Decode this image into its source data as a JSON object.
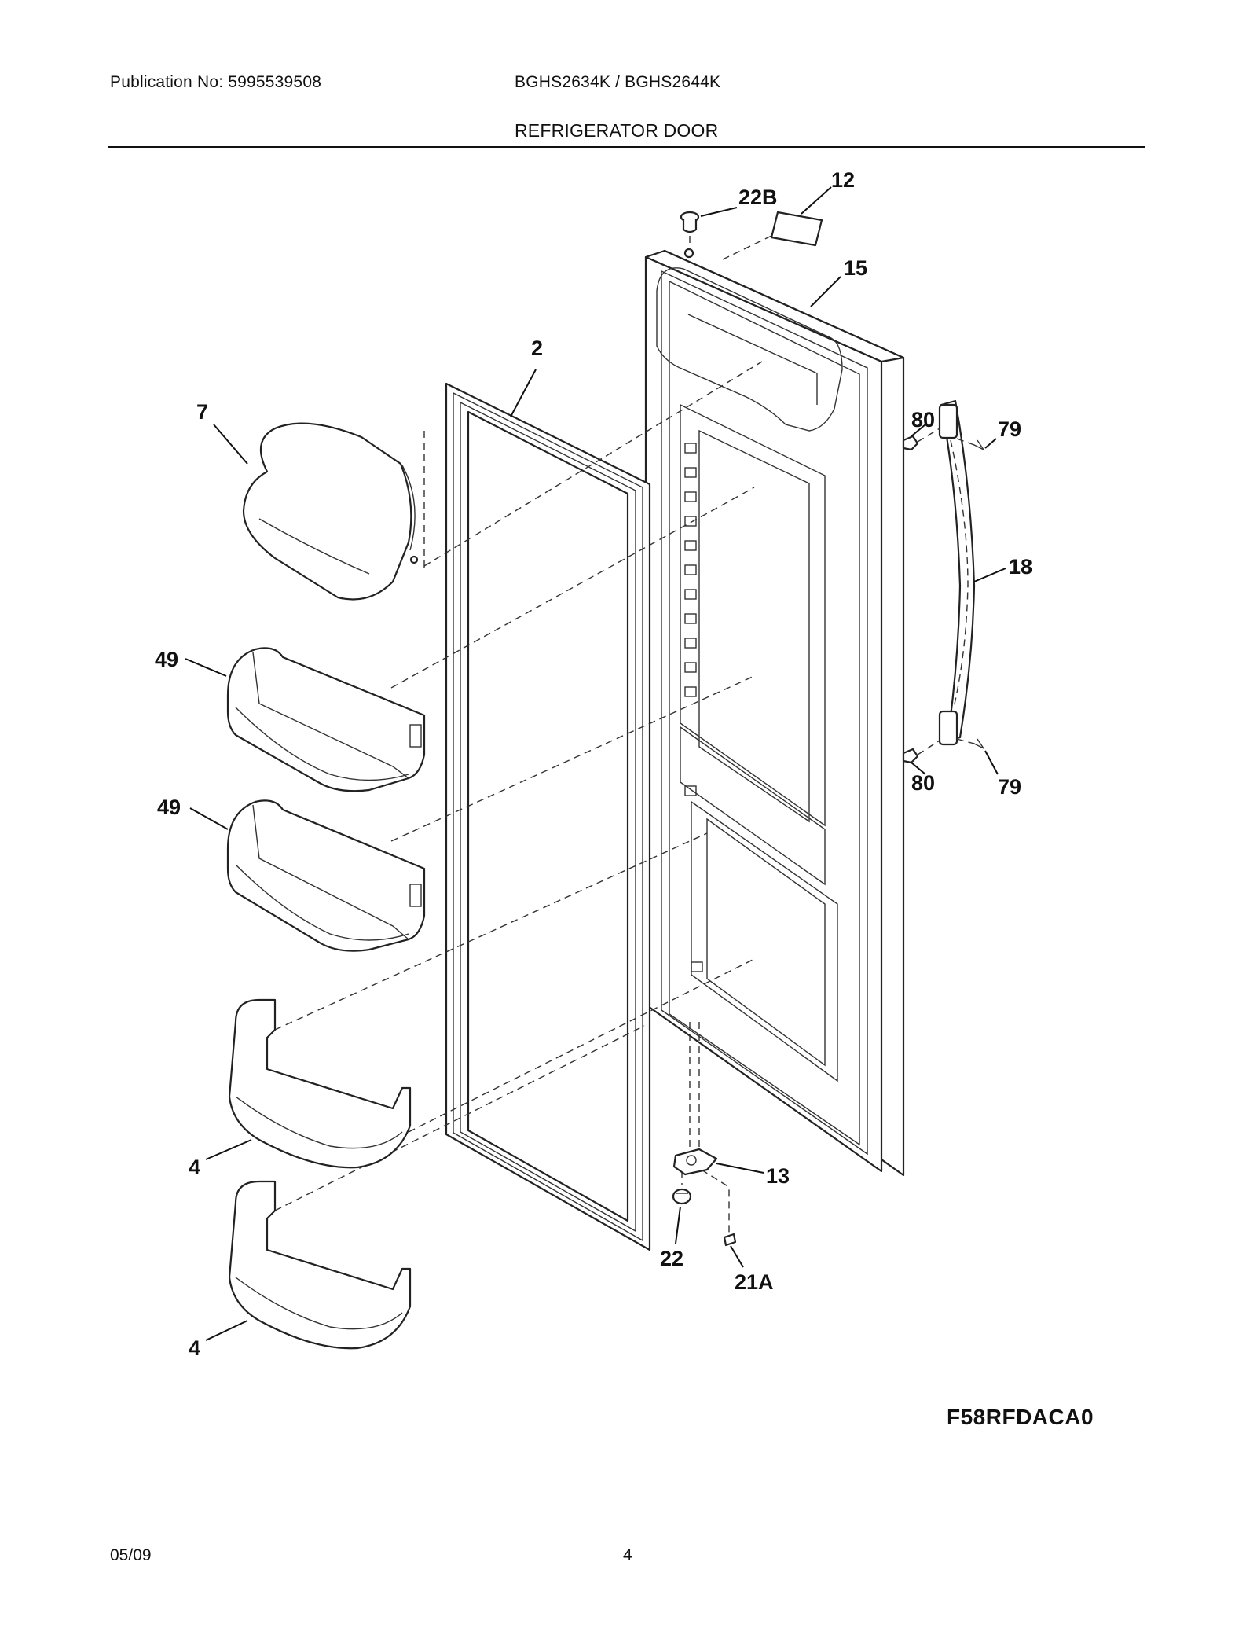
{
  "header": {
    "publication": "Publication No: 5995539508",
    "models": "BGHS2634K / BGHS2644K",
    "section_title": "REFRIGERATOR DOOR"
  },
  "callouts": {
    "p12": "12",
    "p22b": "22B",
    "p15": "15",
    "p2": "2",
    "p7": "7",
    "p80a": "80",
    "p79a": "79",
    "p18": "18",
    "p49a": "49",
    "p49b": "49",
    "p80b": "80",
    "p79b": "79",
    "p4a": "4",
    "p13": "13",
    "p4b": "4",
    "p22": "22",
    "p21a": "21A"
  },
  "figure_code": "F58RFDACA0",
  "footer": {
    "date": "05/09",
    "page_number": "4"
  }
}
